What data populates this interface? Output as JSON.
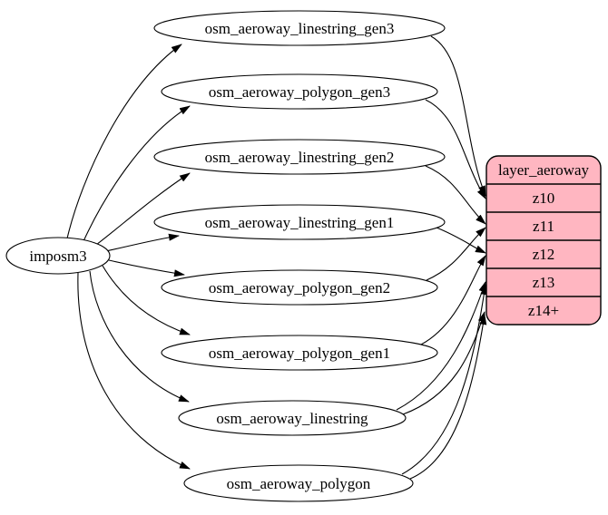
{
  "diagram": {
    "type": "etl-graph",
    "source": {
      "label": "imposm3"
    },
    "tables": [
      {
        "label": "osm_aeroway_linestring_gen3"
      },
      {
        "label": "osm_aeroway_polygon_gen3"
      },
      {
        "label": "osm_aeroway_linestring_gen2"
      },
      {
        "label": "osm_aeroway_linestring_gen1"
      },
      {
        "label": "osm_aeroway_polygon_gen2"
      },
      {
        "label": "osm_aeroway_polygon_gen1"
      },
      {
        "label": "osm_aeroway_linestring"
      },
      {
        "label": "osm_aeroway_polygon"
      }
    ],
    "layer": {
      "title": "layer_aeroway",
      "zoom_rows": [
        "z10",
        "z11",
        "z12",
        "z13",
        "z14+"
      ]
    },
    "edges": [
      {
        "from": "imposm3",
        "to": "osm_aeroway_linestring_gen3"
      },
      {
        "from": "imposm3",
        "to": "osm_aeroway_polygon_gen3"
      },
      {
        "from": "imposm3",
        "to": "osm_aeroway_linestring_gen2"
      },
      {
        "from": "imposm3",
        "to": "osm_aeroway_linestring_gen1"
      },
      {
        "from": "imposm3",
        "to": "osm_aeroway_polygon_gen2"
      },
      {
        "from": "imposm3",
        "to": "osm_aeroway_polygon_gen1"
      },
      {
        "from": "imposm3",
        "to": "osm_aeroway_linestring"
      },
      {
        "from": "imposm3",
        "to": "osm_aeroway_polygon"
      },
      {
        "from": "osm_aeroway_linestring_gen3",
        "to": "layer_aeroway.z10"
      },
      {
        "from": "osm_aeroway_polygon_gen3",
        "to": "layer_aeroway.z10"
      },
      {
        "from": "osm_aeroway_linestring_gen2",
        "to": "layer_aeroway.z11"
      },
      {
        "from": "osm_aeroway_polygon_gen2",
        "to": "layer_aeroway.z11"
      },
      {
        "from": "osm_aeroway_linestring_gen1",
        "to": "layer_aeroway.z12"
      },
      {
        "from": "osm_aeroway_polygon_gen1",
        "to": "layer_aeroway.z12"
      },
      {
        "from": "osm_aeroway_linestring",
        "to": "layer_aeroway.z13"
      },
      {
        "from": "osm_aeroway_linestring",
        "to": "layer_aeroway.z14+"
      },
      {
        "from": "osm_aeroway_polygon",
        "to": "layer_aeroway.z13"
      },
      {
        "from": "osm_aeroway_polygon",
        "to": "layer_aeroway.z14+"
      }
    ],
    "colors": {
      "layer_fill": "#ffb6c1",
      "table_fill": "#ffffff",
      "stroke": "#000000",
      "background": "#ffffff"
    }
  }
}
